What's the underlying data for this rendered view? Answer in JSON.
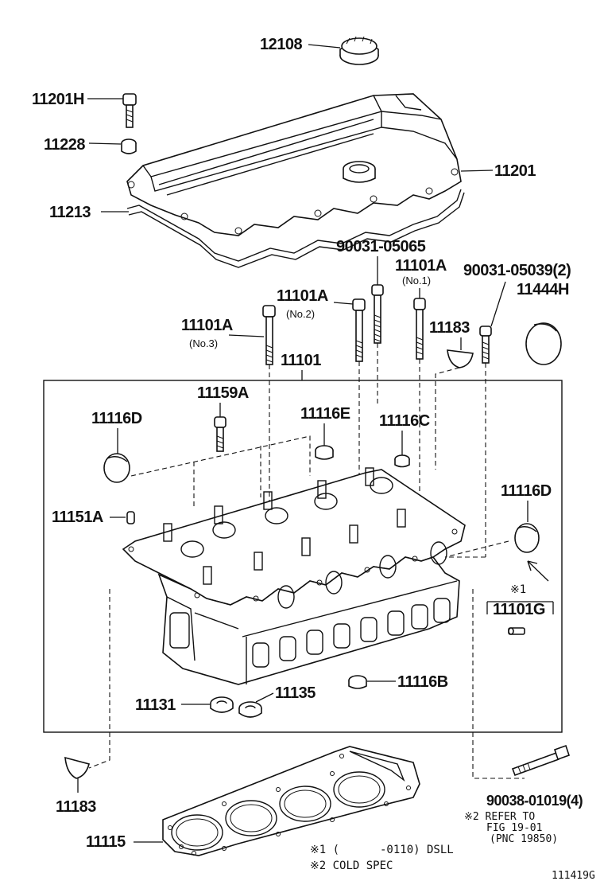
{
  "labels": {
    "p12108": "12108",
    "p11201H": "11201H",
    "p11228": "11228",
    "p11201": "11201",
    "p11213": "11213",
    "p90031_05065": "90031-05065",
    "p11101A_no1": "11101A",
    "no1": "(No.1)",
    "p90031_05039": "90031-05039(2)",
    "p11444H": "11444H",
    "p11101A_no2": "11101A",
    "no2": "(No.2)",
    "p11101A_no3": "11101A",
    "no3": "(No.3)",
    "p11183_top": "11183",
    "p11101": "11101",
    "p11159A": "11159A",
    "p11116E": "11116E",
    "p11116C": "11116C",
    "p11116D_left": "11116D",
    "p11151A": "11151A",
    "p11116D_right": "11116D",
    "mark1": "※1",
    "p11101G": "11101G",
    "p11116B": "11116B",
    "p11131": "11131",
    "p11135": "11135",
    "p11183_bottom": "11183",
    "p90038_01019": "90038-01019(4)",
    "refer_line1": "※2 REFER TO",
    "refer_line2": "FIG 19-01",
    "refer_line3": "(PNC 19850)",
    "p11115": "11115",
    "footnote1_mark": "※1 (",
    "footnote1_text": "-0110) DSLL",
    "footnote2": "※2 COLD  SPEC",
    "figure_id": "111419G"
  }
}
